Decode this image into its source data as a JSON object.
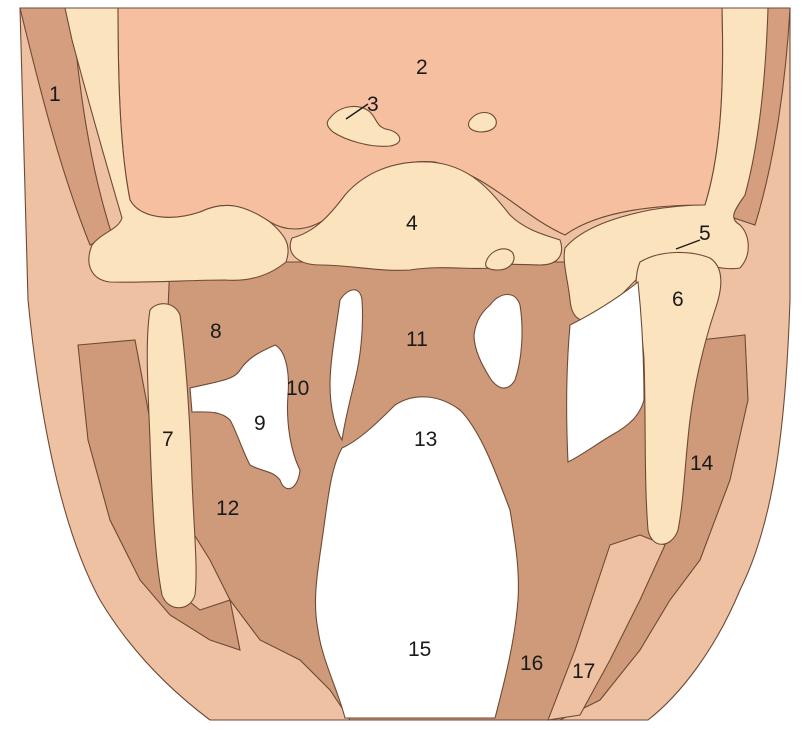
{
  "colors": {
    "skin_light": "#eec1a3",
    "muscle_band": "#d59e7e",
    "soft_tissue_dark": "#cf9a7a",
    "brain": "#f6c0a0",
    "bone": "#fbe3bd",
    "cavity": "#ffffff",
    "outline": "#6e4a36"
  },
  "labels": [
    {
      "id": "label-1",
      "text": "1"
    },
    {
      "id": "label-2",
      "text": "2"
    },
    {
      "id": "label-3",
      "text": "3"
    },
    {
      "id": "label-4",
      "text": "4"
    },
    {
      "id": "label-5",
      "text": "5"
    },
    {
      "id": "label-6",
      "text": "6"
    },
    {
      "id": "label-7",
      "text": "7"
    },
    {
      "id": "label-8",
      "text": "8"
    },
    {
      "id": "label-9",
      "text": "9"
    },
    {
      "id": "label-10",
      "text": "10"
    },
    {
      "id": "label-11",
      "text": "11"
    },
    {
      "id": "label-12",
      "text": "12"
    },
    {
      "id": "label-13",
      "text": "13"
    },
    {
      "id": "label-14",
      "text": "14"
    },
    {
      "id": "label-15",
      "text": "15"
    },
    {
      "id": "label-16",
      "text": "16"
    },
    {
      "id": "label-17",
      "text": "17"
    }
  ]
}
